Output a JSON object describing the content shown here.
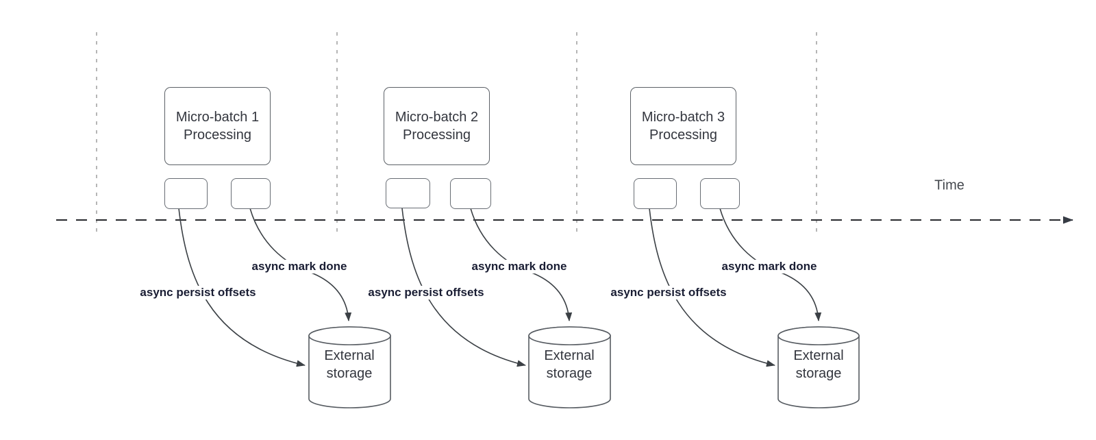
{
  "diagram": {
    "time_axis_label": "Time",
    "groups": [
      {
        "title": "Micro-batch 1 Processing",
        "persist_arrow_label": "async persist offsets",
        "done_arrow_label": "async mark done",
        "storage_label": "External storage"
      },
      {
        "title": "Micro-batch 2 Processing",
        "persist_arrow_label": "async persist offsets",
        "done_arrow_label": "async mark done",
        "storage_label": "External storage"
      },
      {
        "title": "Micro-batch 3 Processing",
        "persist_arrow_label": "async persist offsets",
        "done_arrow_label": "async mark done",
        "storage_label": "External storage"
      }
    ],
    "colors": {
      "background": "#ffffff",
      "shape_stroke": "#5b6066",
      "arrow_stroke": "#3b4045",
      "axis_stroke": "#26282c",
      "guide_line_stroke": "#a3a3a3",
      "arrow_label_text": "#191d33",
      "shape_text": "#33363e"
    }
  }
}
